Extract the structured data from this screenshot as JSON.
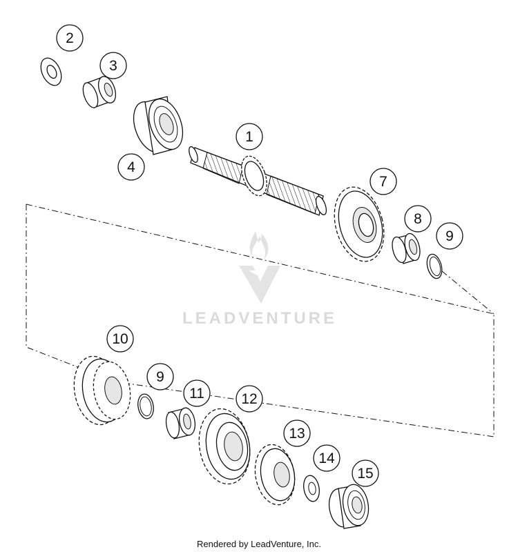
{
  "diagram": {
    "callouts": {
      "c1": "1",
      "c2": "2",
      "c3": "3",
      "c4": "4",
      "c7": "7",
      "c8": "8",
      "c9a": "9",
      "c9b": "9",
      "c10": "10",
      "c11": "11",
      "c12": "12",
      "c13": "13",
      "c14": "14",
      "c15": "15"
    },
    "watermark": "LEADVENTURE",
    "footer": "Rendered by LeadVenture, Inc."
  }
}
